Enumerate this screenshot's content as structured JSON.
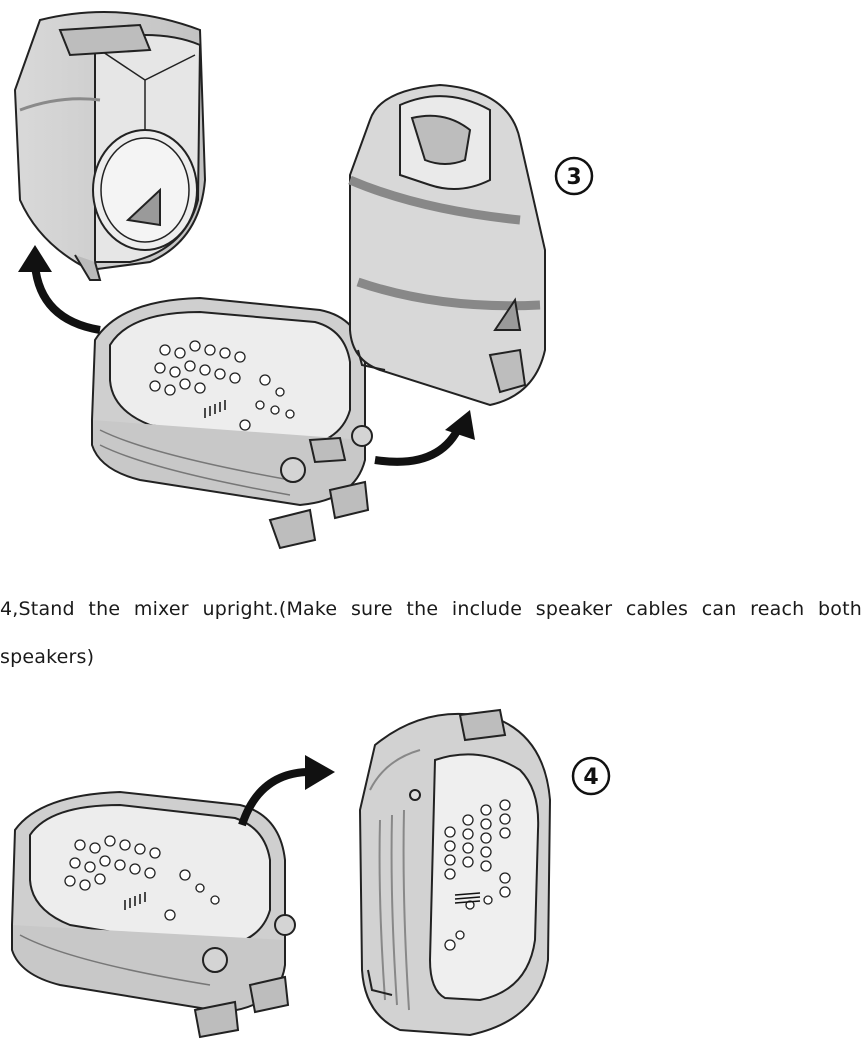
{
  "figure_top": {
    "step_badge": "3"
  },
  "instruction": {
    "text": "4,Stand the mixer upright.(Make sure the include speaker cables can reach both speakers)"
  },
  "figure_bottom": {
    "step_badge": "4"
  }
}
